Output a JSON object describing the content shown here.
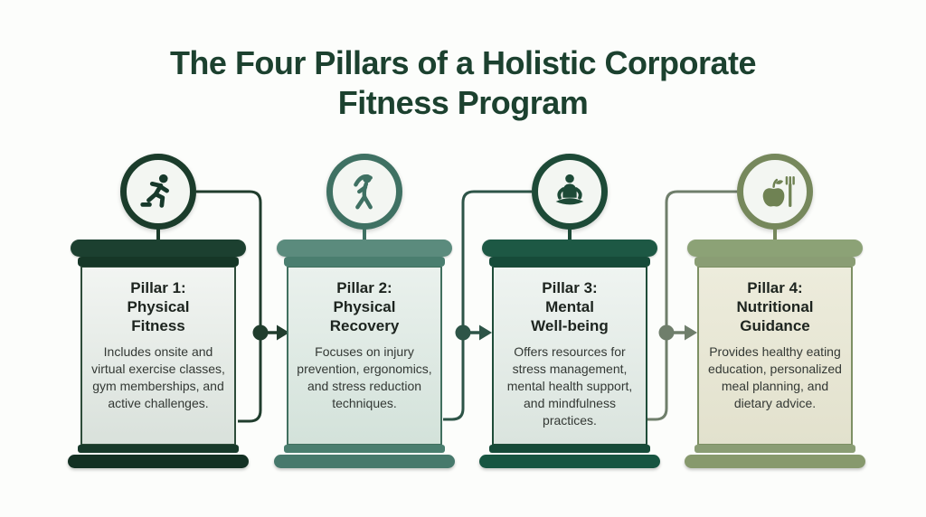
{
  "title": {
    "line1": "The Four Pillars of a Holistic Corporate",
    "line2": "Fitness Program",
    "color": "#1c412f"
  },
  "pillars": [
    {
      "id": "pillar-1",
      "icon": "running-person-icon",
      "heading": [
        "Pillar 1:",
        "Physical",
        "Fitness"
      ],
      "description": "Includes onsite and virtual exercise classes, gym memberships, and active challenges.",
      "accent_color": "#1b3c2b"
    },
    {
      "id": "pillar-2",
      "icon": "stretching-person-icon",
      "heading": [
        "Pillar 2:",
        "Physical",
        "Recovery"
      ],
      "description": "Focuses on injury prevention, ergonomics, and stress reduction techniques.",
      "accent_color": "#4a7e6f"
    },
    {
      "id": "pillar-3",
      "icon": "meditating-person-icon",
      "heading": [
        "Pillar 3:",
        "Mental",
        "Well-being"
      ],
      "description": "Offers resources for stress management, mental health support, and mindfulness practices.",
      "accent_color": "#1d4a37"
    },
    {
      "id": "pillar-4",
      "icon": "apple-and-fork-icon",
      "heading": [
        "Pillar 4:",
        "Nutritional",
        "Guidance"
      ],
      "description": "Provides healthy eating education, personalized meal planning, and dietary advice.",
      "accent_color": "#8ca276"
    }
  ],
  "connectors": [
    {
      "from": "pillar-1",
      "to": "pillar-2",
      "color": "#203d2d"
    },
    {
      "from": "pillar-2",
      "to": "pillar-3",
      "color": "#2d5447"
    },
    {
      "from": "pillar-3",
      "to": "pillar-4",
      "color": "#6f7e6b"
    }
  ],
  "background_color": "#fcfdfb"
}
